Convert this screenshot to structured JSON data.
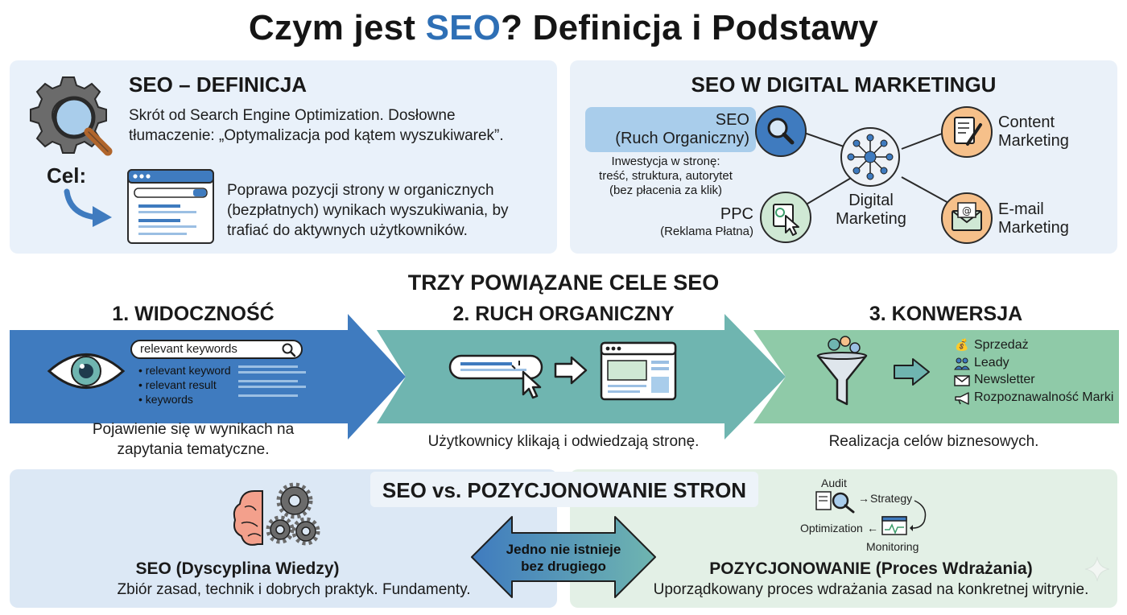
{
  "title": {
    "prefix": "Czym jest ",
    "highlight": "SEO",
    "suffix": "? Definicja i Podstawy"
  },
  "definition": {
    "heading": "SEO – DEFINICJA",
    "text_line1": "Skrót od Search Engine Optimization. Dosłowne",
    "text_line2": "tłumaczenie: „Optymalizacja pod kątem wyszukiwarek”.",
    "goal_label": "Cel:",
    "goal_line1": "Poprawa pozycji strony w organicznych",
    "goal_line2": "(bezpłatnych) wynikach wyszukiwania, by",
    "goal_line3": "trafiać do aktywnych użytkowników."
  },
  "digital_marketing": {
    "heading": "SEO W DIGITAL MARKETINGU",
    "seo_label_line1": "SEO",
    "seo_label_line2": "(Ruch Organiczny)",
    "seo_desc_line1": "Inwestycja w stronę:",
    "seo_desc_line2": "treść, struktura, autorytet",
    "seo_desc_line3": "(bez płacenia za klik)",
    "ppc_label": "PPC",
    "ppc_desc": "(Reklama Płatna)",
    "center_line1": "Digital",
    "center_line2": "Marketing",
    "content_line1": "Content",
    "content_line2": "Marketing",
    "email_line1": "E-mail",
    "email_line2": "Marketing"
  },
  "goals": {
    "heading": "TRZY POWIĄZANE CELE SEO",
    "items": [
      {
        "label": "1. WIDOCZNOŚĆ",
        "desc_line1": "Pojawienie się w wynikach na",
        "desc_line2": "zapytania tematyczne."
      },
      {
        "label": "2. RUCH ORGANICZNY",
        "desc_line1": "Użytkownicy klikają i odwiedzają stronę.",
        "desc_line2": ""
      },
      {
        "label": "3. KONWERSJA",
        "desc_line1": "Realizacja celów biznesowych.",
        "desc_line2": ""
      }
    ],
    "search_query": "relevant keywords",
    "results": [
      "• relevant keyword",
      "• relevant result",
      "• keywords"
    ],
    "conversions": [
      "Sprzedaż",
      "Leady",
      "Newsletter",
      "Rozpoznawalność Marki"
    ]
  },
  "comparison": {
    "heading": "SEO vs. POZYCJONOWANIE STRON",
    "seo_title": "SEO (Dyscyplina Wiedzy)",
    "seo_desc": "Zbiór zasad, technik i dobrych praktyk. Fundamenty.",
    "arrow_line1": "Jedno nie istnieje",
    "arrow_line2": "bez drugiego",
    "poz_title": "POZYCJONOWANIE (Proces Wdrażania)",
    "poz_desc": "Uporządkowany proces wdrażania zasad na konkretnej witrynie.",
    "cycle": {
      "audit": "Audit",
      "strategy": "Strategy",
      "optimization": "Optimization",
      "monitoring": "Monitoring"
    }
  },
  "colors": {
    "blue_arrow": "#3f7bbf",
    "teal_arrow": "#6fb5b0",
    "green_arrow": "#8fcaa8",
    "title_highlight": "#2e6fb5"
  }
}
